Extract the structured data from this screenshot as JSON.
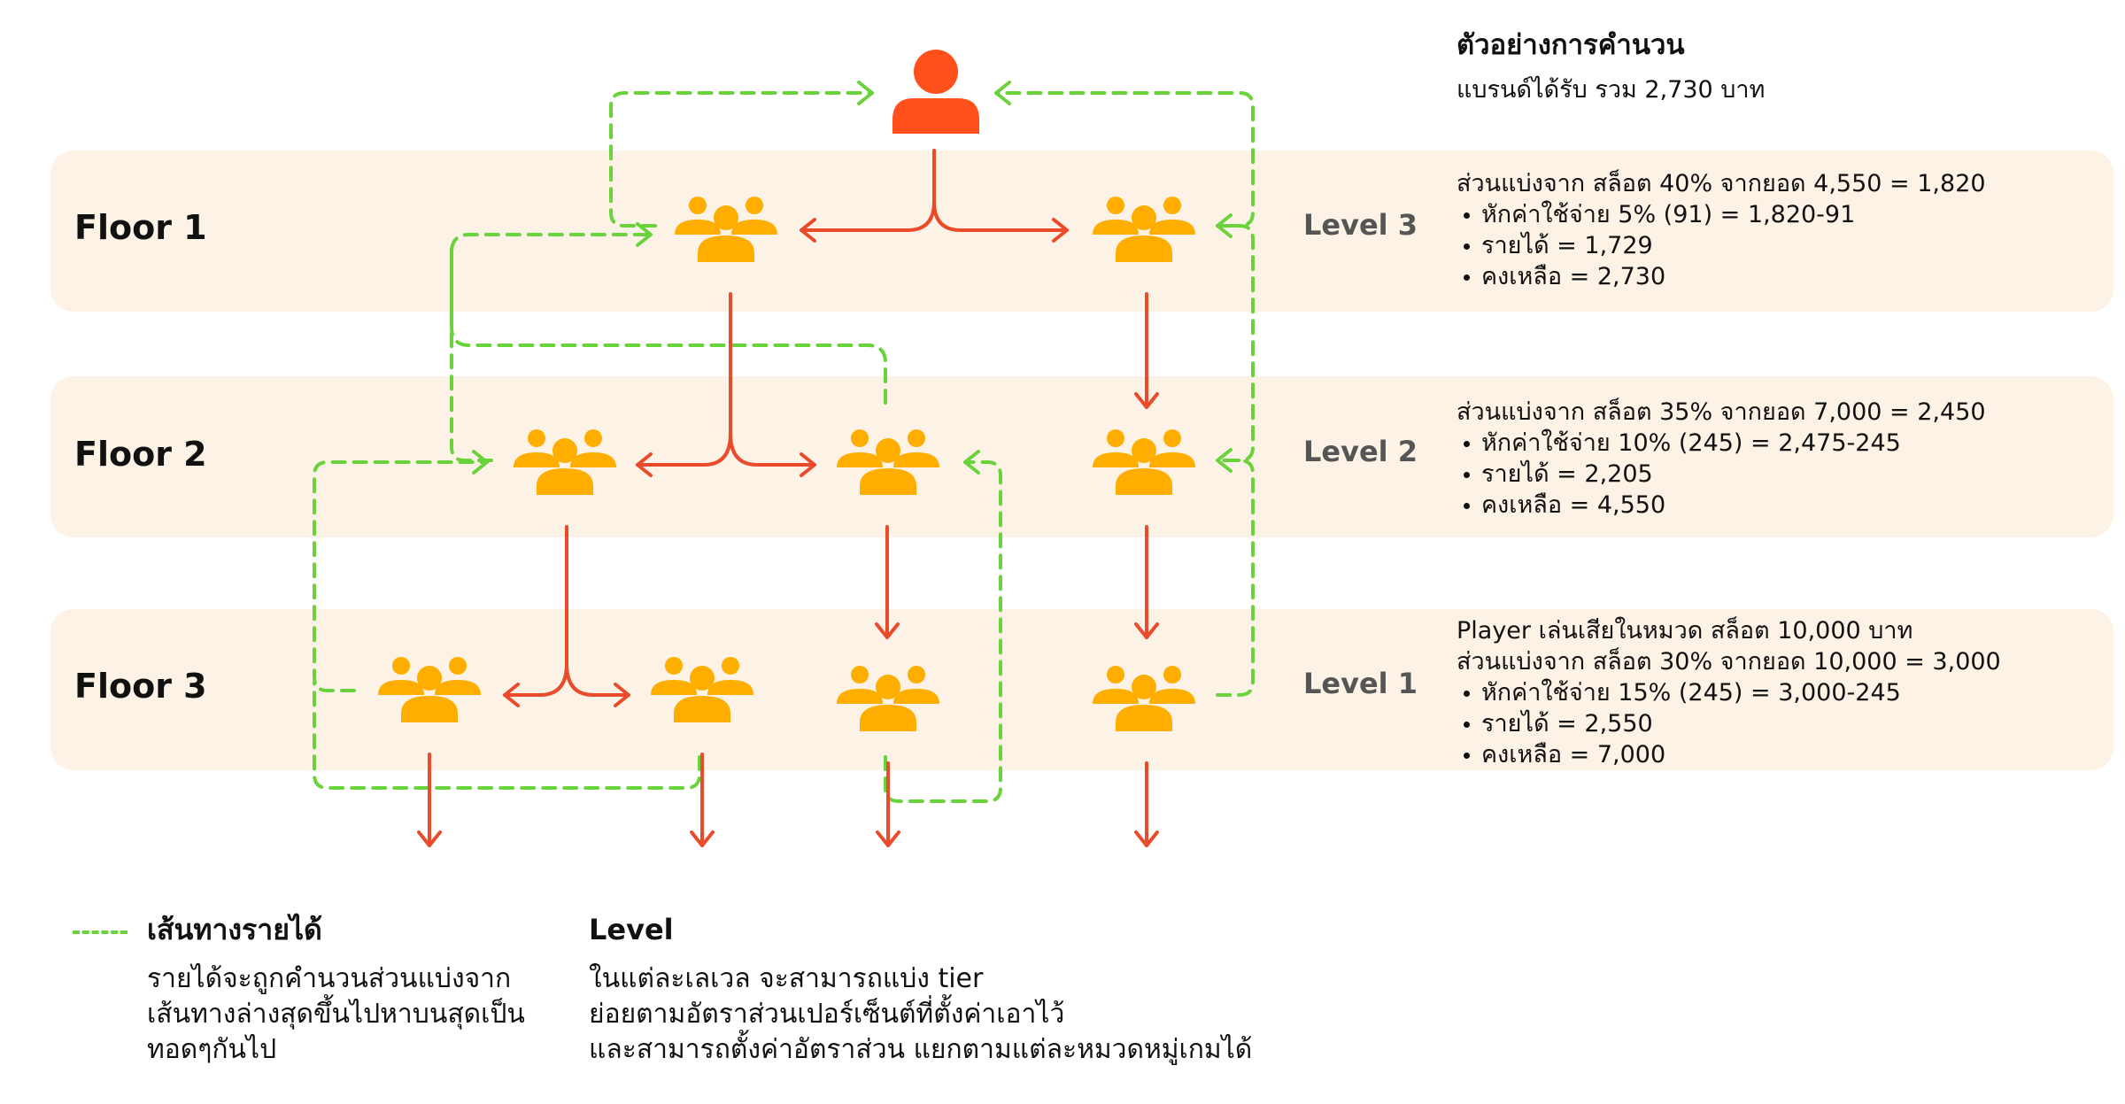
{
  "colors": {
    "band": "#FCF2E6",
    "player_icon": "#FF4F1A",
    "group_icon": "#FFAE00",
    "flow_arrow": "#E94B2B",
    "revenue_path": "#6AD33B"
  },
  "icons": {
    "player": "person-icon",
    "group": "group-icon"
  },
  "floors": [
    {
      "label": "Floor 1",
      "level": "Level 3"
    },
    {
      "label": "Floor 2",
      "level": "Level 2"
    },
    {
      "label": "Floor 3",
      "level": "Level 1"
    }
  ],
  "example": {
    "title": "ตัวอย่างการคำนวน",
    "subtitle": "แบรนด์ได้รับ รวม 2,730 บาท",
    "levels": [
      {
        "lines": [
          "ส่วนแบ่งจาก สล็อต 40% จากยอด 4,550 = 1,820"
        ],
        "bullets": [
          "หักค่าใช้จ่าย 5% (91) = 1,820-91",
          "รายได้ = 1,729",
          "คงเหลือ = 2,730"
        ]
      },
      {
        "lines": [
          "ส่วนแบ่งจาก สล็อต 35% จากยอด 7,000 = 2,450"
        ],
        "bullets": [
          "หักค่าใช้จ่าย 10% (245) = 2,475-245",
          "รายได้ = 2,205",
          "คงเหลือ = 4,550"
        ]
      },
      {
        "lines": [
          "Player เล่นเสียในหมวด สล็อต 10,000 บาท",
          "ส่วนแบ่งจาก สล็อต 30% จากยอด 10,000 = 3,000"
        ],
        "bullets": [
          "หักค่าใช้จ่าย 15% (245) = 3,000-245",
          "รายได้ = 2,550",
          "คงเหลือ = 7,000"
        ]
      }
    ]
  },
  "legend": {
    "revenue_path": {
      "title": "เส้นทางรายได้",
      "lines": [
        "รายได้จะถูกคำนวนส่วนแบ่งจาก",
        "เส้นทางล่างสุดขึ้นไปหาบนสุดเป็น",
        "ทอดๆกันไป"
      ]
    },
    "level": {
      "title": "Level",
      "lines": [
        "ในแต่ละเลเวล จะสามารถแบ่ง tier",
        "ย่อยตามอัตราส่วนเปอร์เซ็นต์ที่ตั้งค่าเอาไว้",
        "และสามารถตั้งค่าอัตราส่วน แยกตามแต่ละหมวดหมู่เกมได้"
      ]
    }
  }
}
